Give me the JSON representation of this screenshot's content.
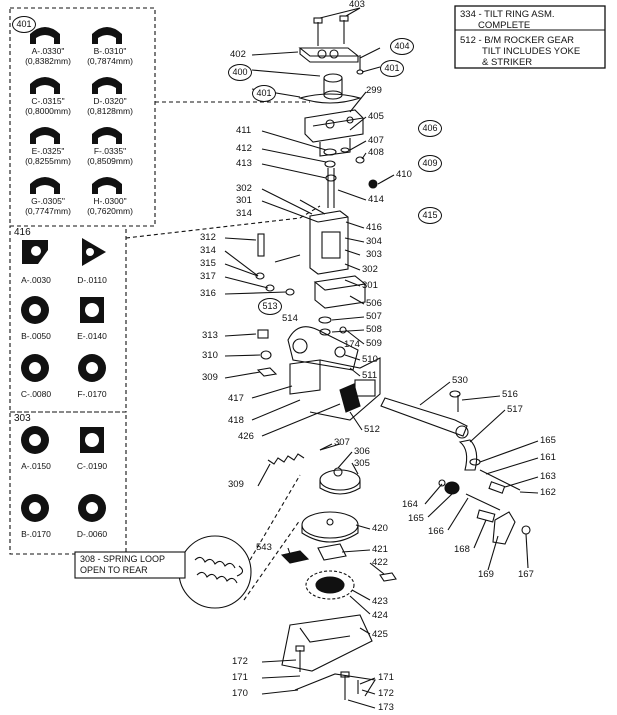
{
  "info_box": {
    "line1": "334 - TILT RING ASM.",
    "line2": "COMPLETE",
    "line3": "512 - B/M ROCKER GEAR",
    "line4": "TILT INCLUDES YOKE",
    "line5": "& STRIKER"
  },
  "spring_note": {
    "line1": "308 - SPRING LOOP",
    "line2": "OPEN TO REAR"
  },
  "kit_401": {
    "tag": "401",
    "items": [
      {
        "in": "A-.0330\"",
        "mm": "(0,8382mm)"
      },
      {
        "in": "B-.0310\"",
        "mm": "(0,7874mm)"
      },
      {
        "in": "C-.0315\"",
        "mm": "(0,8000mm)"
      },
      {
        "in": "D-.0320\"",
        "mm": "(0,8128mm)"
      },
      {
        "in": "E-.0325\"",
        "mm": "(0,8255mm)"
      },
      {
        "in": "F-.0335\"",
        "mm": "(0,8509mm)"
      },
      {
        "in": "G-.0305\"",
        "mm": "(0,7747mm)"
      },
      {
        "in": "H-.0300\"",
        "mm": "(0,7620mm)"
      }
    ]
  },
  "kit_416": {
    "tag": "416",
    "items": [
      "A-.0030",
      "D-.0110",
      "B-.0050",
      "E-.0140",
      "C-.0080",
      "F-.0170"
    ]
  },
  "kit_303": {
    "tag": "303",
    "items": [
      "A-.0150",
      "C-.0190",
      "B-.0170",
      "D-.0060"
    ]
  },
  "circled": [
    "401",
    "400",
    "401",
    "404",
    "406",
    "409",
    "415",
    "513"
  ],
  "parts": [
    "403",
    "402",
    "299",
    "405",
    "407",
    "408",
    "410",
    "411",
    "412",
    "413",
    "414",
    "302",
    "301",
    "314",
    "416",
    "304",
    "303",
    "302",
    "301",
    "312",
    "314",
    "315",
    "317",
    "316",
    "506",
    "507",
    "508",
    "509",
    "514",
    "174",
    "313",
    "310",
    "309",
    "510",
    "511",
    "530",
    "516",
    "517",
    "417",
    "418",
    "426",
    "512",
    "307",
    "306",
    "305",
    "165",
    "161",
    "163",
    "162",
    "164",
    "165",
    "166",
    "168",
    "169",
    "167",
    "309",
    "420",
    "543",
    "421",
    "422",
    "423",
    "424",
    "425",
    "172",
    "171",
    "170",
    "171",
    "172",
    "173"
  ]
}
